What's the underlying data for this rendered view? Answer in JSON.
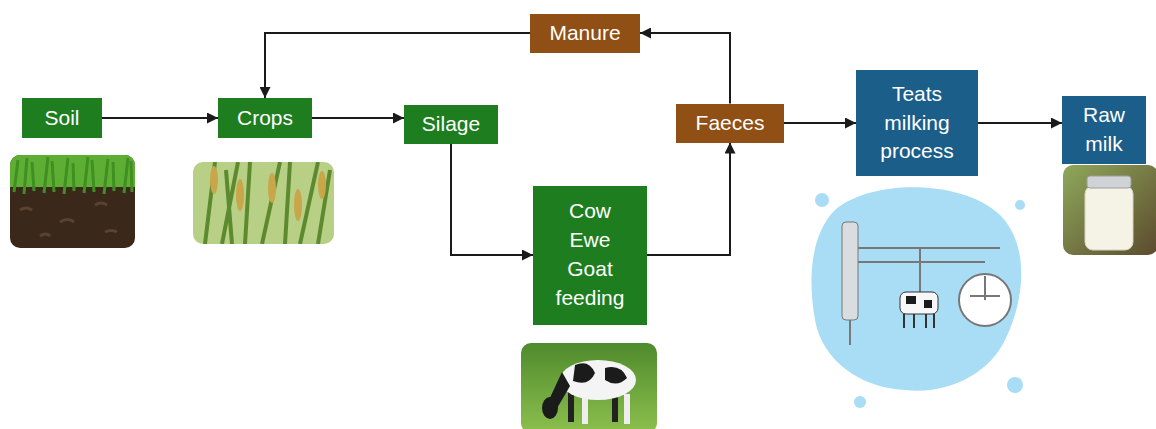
{
  "diagram": {
    "nodes": [
      {
        "text": [
          "Soil"
        ]
      },
      {
        "text": [
          "Crops"
        ]
      },
      {
        "text": [
          "Silage"
        ]
      },
      {
        "text": [
          "Cow Ewe Goat feeding"
        ]
      },
      {
        "text": [
          "Faeces"
        ]
      },
      {
        "text": [
          "Manure"
        ]
      },
      {
        "text": [
          "Teats milking process"
        ]
      },
      {
        "text": [
          "Raw milk"
        ]
      }
    ],
    "edges": [
      {
        "from": 0,
        "to": 1,
        "arrow": "to"
      },
      {
        "from": 1,
        "to": 2,
        "arrow": "to"
      },
      {
        "from": 2,
        "to": 3,
        "arrow": "to"
      },
      {
        "from": 3,
        "to": 4,
        "arrow": "to"
      },
      {
        "from": 4,
        "to": 5,
        "arrow": "to"
      },
      {
        "from": 5,
        "to": 1,
        "arrow": "to"
      },
      {
        "from": 4,
        "to": 6,
        "arrow": "to"
      },
      {
        "from": 6,
        "to": 7,
        "arrow": "to"
      }
    ]
  }
}
